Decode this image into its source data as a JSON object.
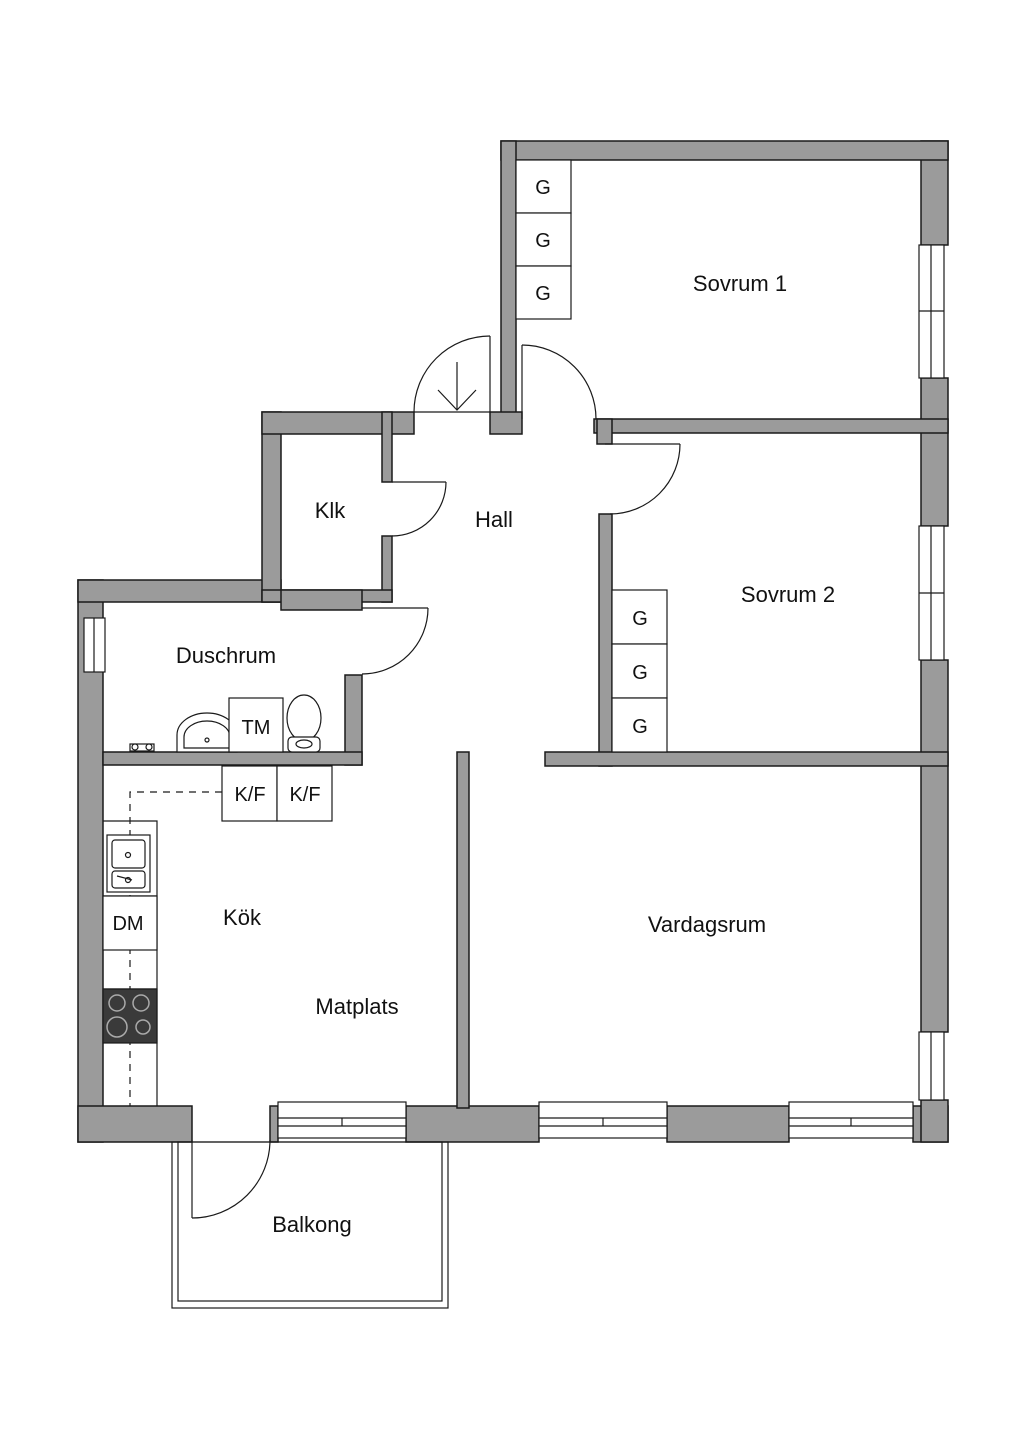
{
  "rooms": {
    "sovrum1": "Sovrum 1",
    "sovrum2": "Sovrum 2",
    "klk": "Klk",
    "hall": "Hall",
    "duschrum": "Duschrum",
    "kok": "Kök",
    "matplats": "Matplats",
    "vardagsrum": "Vardagsrum",
    "balkong": "Balkong"
  },
  "fixtures": {
    "wardrobe": "G",
    "washer": "TM",
    "fridge_freezer": "K/F",
    "dishwasher": "DM"
  },
  "colors": {
    "wall": "#9b9b9b",
    "line": "#1a1a1a",
    "stove": "#3a3a3a"
  }
}
